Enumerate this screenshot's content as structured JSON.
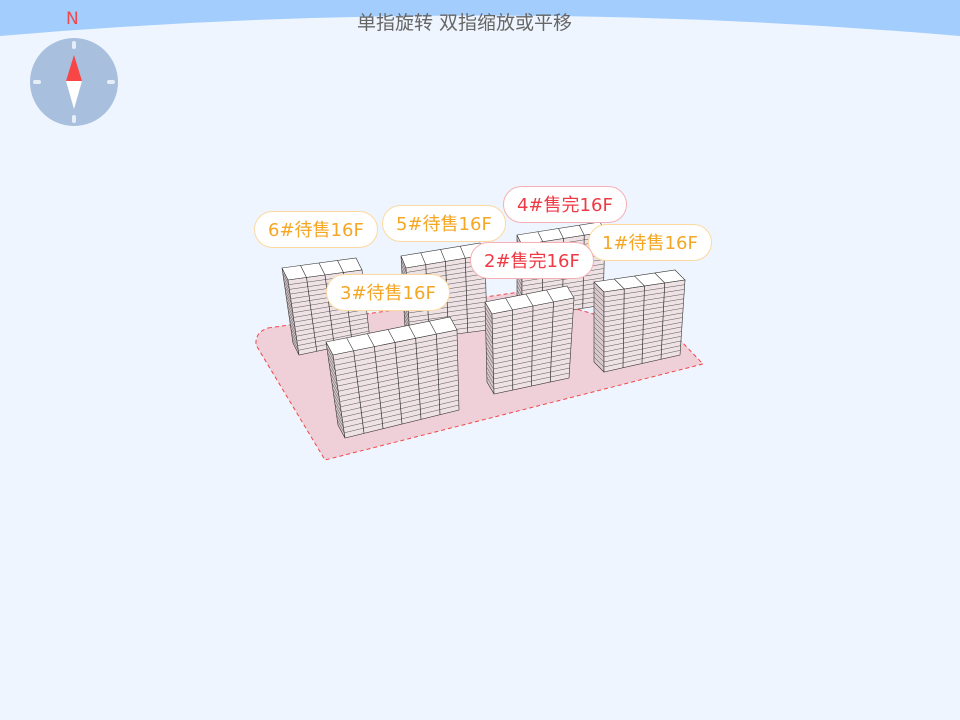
{
  "header": {
    "hint": "单指旋转 双指缩放或平移"
  },
  "compass": {
    "north_label": "N"
  },
  "colors": {
    "sale": "#f5a623",
    "sold": "#ee3a45",
    "site_fill": "#f0d0d8",
    "site_border": "#f04848"
  },
  "buildings": [
    {
      "label": "6#待售16F",
      "status": "sale",
      "floors": 16
    },
    {
      "label": "5#待售16F",
      "status": "sale",
      "floors": 16
    },
    {
      "label": "4#售完16F",
      "status": "sold",
      "floors": 16
    },
    {
      "label": "1#待售16F",
      "status": "sale",
      "floors": 16
    },
    {
      "label": "2#售完16F",
      "status": "sold",
      "floors": 16
    },
    {
      "label": "3#待售16F",
      "status": "sale",
      "floors": 16
    }
  ]
}
